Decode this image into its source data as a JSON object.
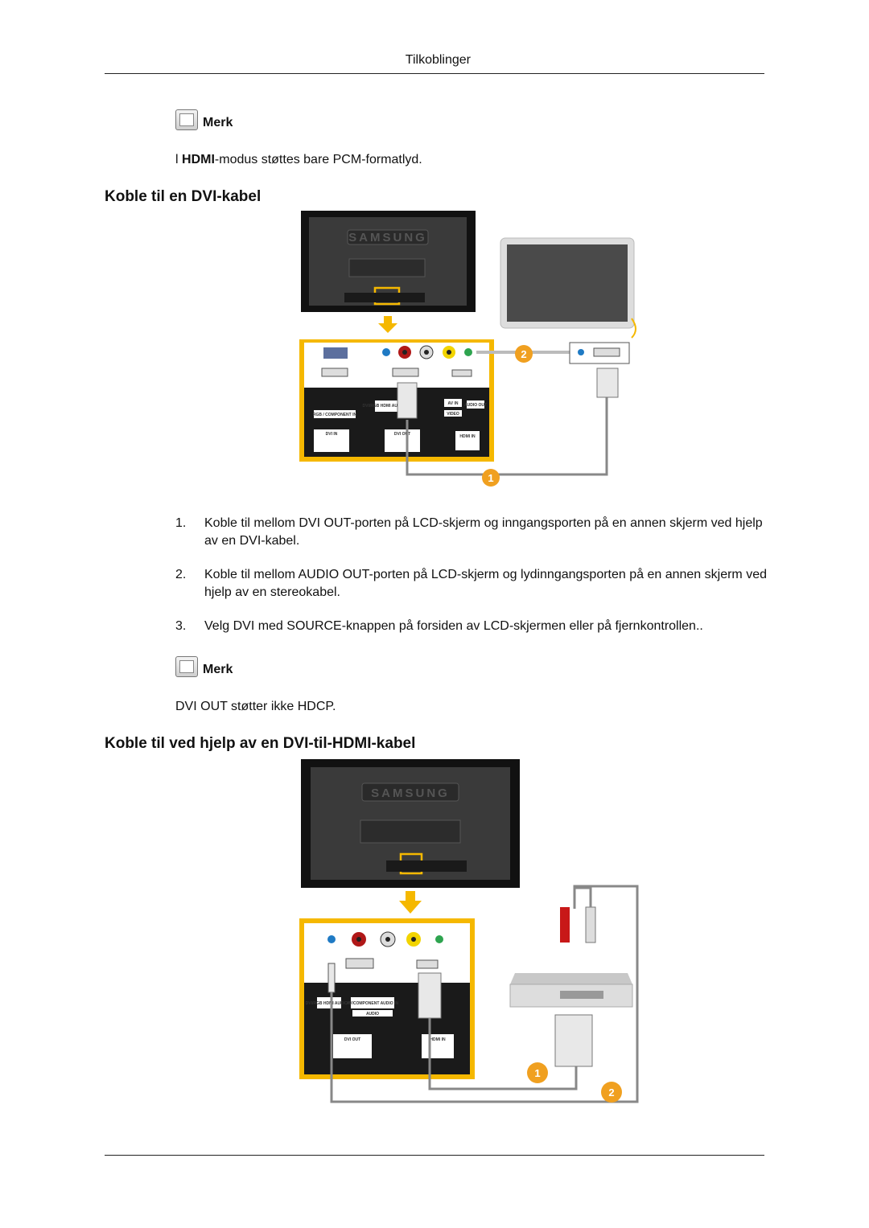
{
  "header": {
    "title": "Tilkoblinger"
  },
  "note1": {
    "label": "Merk",
    "bullet": "l",
    "bold": "HDMI",
    "text": "-modus støttes bare PCM-formatlyd."
  },
  "section1": {
    "title": "Koble til en DVI-kabel",
    "figure": {
      "brand": "SAMSUNG",
      "port_labels": [
        "DVI/RGB HDMI AUDIO-IN",
        "AV IN",
        "AUDIO OUT",
        "RGB / COMPONENT IN",
        "VIDEO",
        "DVI IN",
        "DVI OUT",
        "HDMI IN"
      ],
      "badges": [
        "1",
        "2"
      ]
    },
    "steps": [
      {
        "num": "1.",
        "text": "Koble til mellom DVI OUT-porten på LCD-skjerm og inngangsporten på en annen skjerm ved hjelp av en DVI-kabel."
      },
      {
        "num": "2.",
        "text": "Koble til mellom AUDIO OUT-porten på LCD-skjerm og lydinngangsporten på en annen skjerm ved hjelp av en stereokabel."
      },
      {
        "num": "3.",
        "text": "Velg DVI med SOURCE-knappen på forsiden av LCD-skjermen eller på fjernkontrollen.."
      }
    ]
  },
  "note2": {
    "label": "Merk",
    "text": "DVI OUT støtter ikke HDCP."
  },
  "section2": {
    "title": "Koble til ved hjelp av en DVI-til-HDMI-kabel",
    "figure": {
      "brand": "SAMSUNG",
      "port_labels": [
        "DVI/RGB HDMI AUDIO IN",
        "AV/COMPONENT AUDIO IN",
        "AUDIO",
        "DVI OUT",
        "HDMI IN"
      ],
      "badges": [
        "1",
        "2"
      ]
    }
  },
  "colors": {
    "accent": "#f5b800",
    "badge": "#f0a020",
    "panel_dark": "#1a1a1a"
  }
}
